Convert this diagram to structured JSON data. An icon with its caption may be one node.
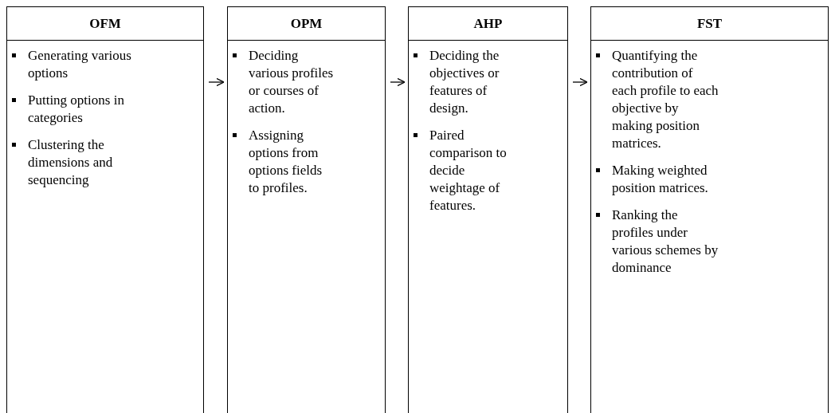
{
  "diagram": {
    "nodes": [
      {
        "text": [
          "OFM",
          "Generating various options",
          "Putting options in categories",
          "Clustering the dimensions and sequencing"
        ]
      },
      {
        "text": [
          "OPM",
          "Deciding various profiles or courses of action.",
          "Assigning options from options fields to profiles."
        ]
      },
      {
        "text": [
          "AHP",
          "Deciding the objectives or features of design.",
          "Paired comparison to decide weightage of features."
        ]
      },
      {
        "text": [
          "FST",
          "Quantifying the contribution of each profile to each objective by making position matrices.",
          "Making weighted position matrices.",
          "Ranking the profiles under various schemes by dominance"
        ]
      }
    ],
    "edges": [
      {
        "from": 0,
        "to": 1,
        "arrow": "to"
      },
      {
        "from": 1,
        "to": 2,
        "arrow": "to"
      },
      {
        "from": 2,
        "to": 3,
        "arrow": "to"
      }
    ]
  }
}
